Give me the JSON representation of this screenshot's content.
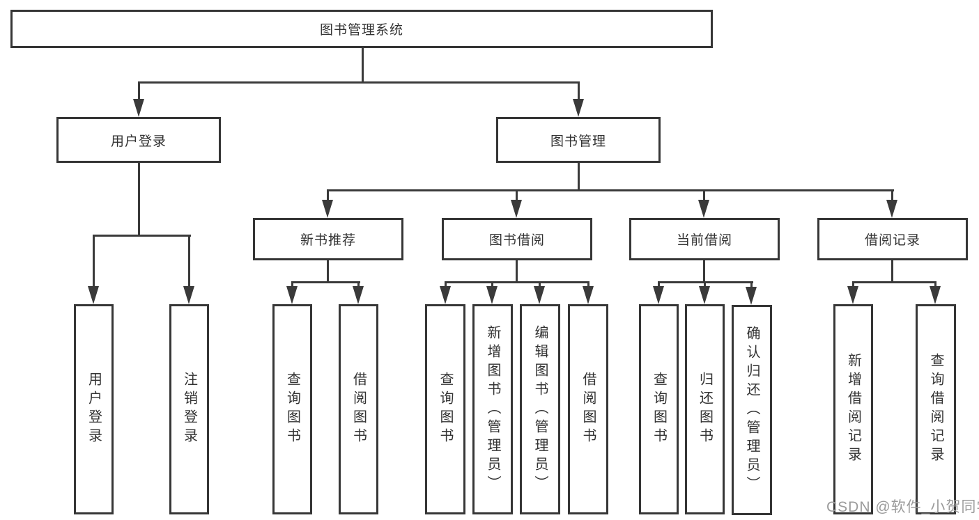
{
  "tree": {
    "root": {
      "label": "图书管理系统"
    },
    "level1": [
      {
        "label": "用户登录"
      },
      {
        "label": "图书管理"
      }
    ],
    "level2": [
      {
        "label": "新书推荐"
      },
      {
        "label": "图书借阅"
      },
      {
        "label": "当前借阅"
      },
      {
        "label": "借阅记录"
      }
    ],
    "leaves": {
      "user_login": [
        {
          "label": "用户登录"
        },
        {
          "label": "注销登录"
        }
      ],
      "new_book": [
        {
          "label": "查询图书"
        },
        {
          "label": "借阅图书"
        }
      ],
      "book_borrow": [
        {
          "label": "查询图书"
        },
        {
          "label": "新增图书（管理员）"
        },
        {
          "label": "编辑图书（管理员）"
        },
        {
          "label": "借阅图书"
        }
      ],
      "current_borrow": [
        {
          "label": "查询图书"
        },
        {
          "label": "归还图书"
        },
        {
          "label": "确认归还（管理员）"
        }
      ],
      "borrow_record": [
        {
          "label": "新增借阅记录"
        },
        {
          "label": "查询借阅记录"
        }
      ]
    }
  },
  "watermark": {
    "text": "CSDN @软件_小贺同学",
    "color": "#9b9b9b"
  },
  "colors": {
    "line": "#3a3a3a",
    "border": "#363636",
    "text": "#333333",
    "background": "#ffffff"
  }
}
